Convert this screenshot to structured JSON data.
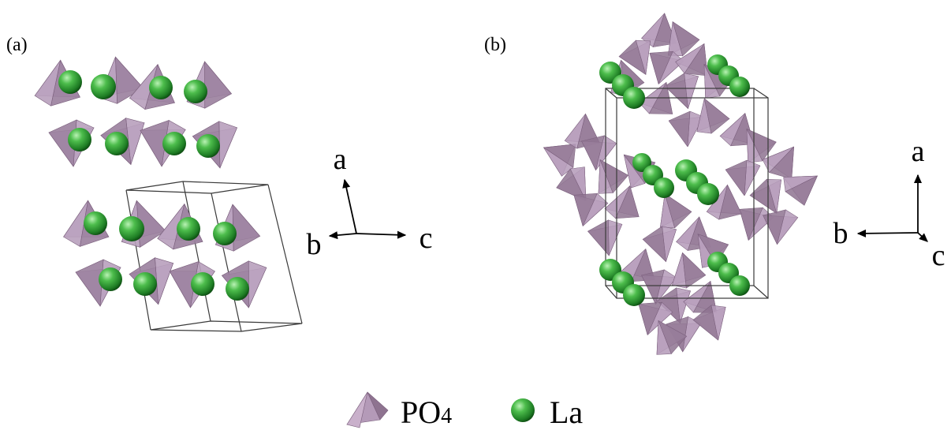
{
  "panels": [
    {
      "label": "(a)",
      "axes": {
        "up": "a",
        "left": "b",
        "right": "c"
      }
    },
    {
      "label": "(b)",
      "axes": {
        "up": "a",
        "left": "b",
        "down": "c"
      }
    }
  ],
  "legend": {
    "tetrahedron": {
      "name": "PO",
      "subscript": "4"
    },
    "sphere": {
      "name": "La"
    }
  },
  "colors": {
    "tetra_face_light": "#d4bcd6",
    "tetra_face_mid": "#b49ab8",
    "tetra_face_dark": "#8e7390",
    "tetra_edge": "#7a5f7c",
    "sphere_light": "#9de39a",
    "sphere_mid": "#3fb241",
    "sphere_dark": "#0d4e12",
    "cell_line": "#3a3a3a"
  }
}
